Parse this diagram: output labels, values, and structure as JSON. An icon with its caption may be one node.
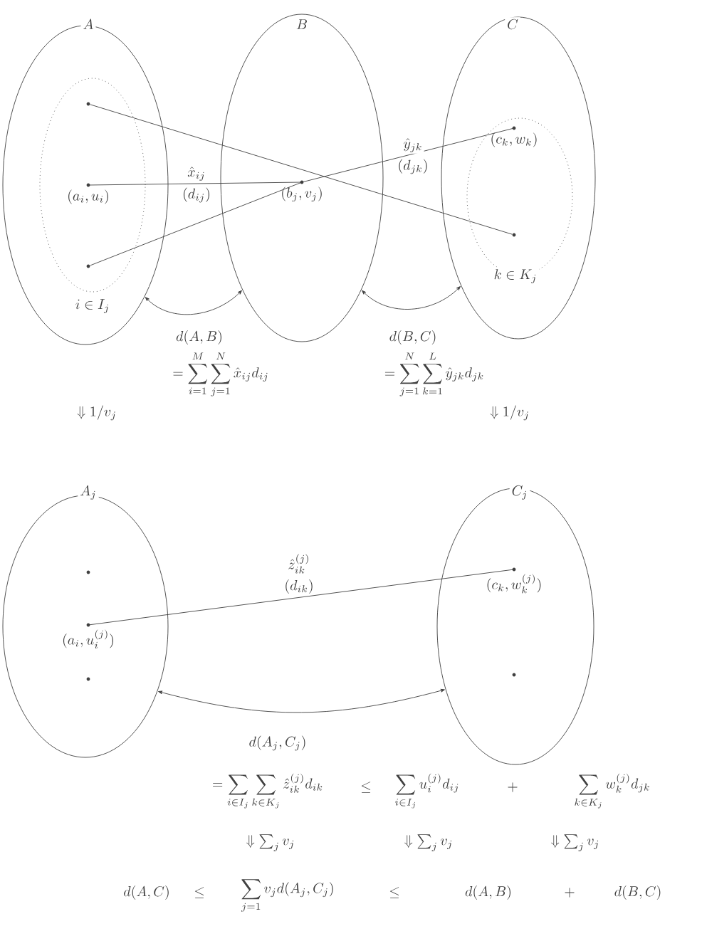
{
  "diagram": {
    "nodes": [
      {
        "text": [
          "A"
        ]
      },
      {
        "text": [
          "i \\in I_j"
        ],
        "in": 0
      },
      {
        "text": [],
        "shape": "circle",
        "in": 1
      },
      {
        "text": [
          "(a_i, u_i)"
        ],
        "in": 1
      },
      {
        "text": [],
        "shape": "circle",
        "in": 1
      },
      {
        "text": [
          "B"
        ]
      },
      {
        "text": [
          "(b_j, v_j)"
        ],
        "in": 5
      },
      {
        "text": [
          "C"
        ]
      },
      {
        "text": [
          "k \\in K_j"
        ],
        "in": 7
      },
      {
        "text": [
          "(c_k, w_k)"
        ],
        "in": 8
      },
      {
        "text": [],
        "shape": "circle",
        "in": 8
      },
      {
        "text": [
          "A_j"
        ]
      },
      {
        "text": [],
        "shape": "circle",
        "in": 11
      },
      {
        "text": [
          "(a_i, u_i^{(j)})"
        ],
        "in": 11
      },
      {
        "text": [],
        "shape": "circle",
        "in": 11
      },
      {
        "text": [
          "C_j"
        ]
      },
      {
        "text": [
          "(c_k, w_k^{(j)})"
        ],
        "in": 15
      },
      {
        "text": [],
        "shape": "circle",
        "in": 15
      }
    ],
    "edges": [
      {
        "from": 2,
        "to": 10,
        "arrow": "none"
      },
      {
        "from": 3,
        "to": 6,
        "arrow": "none",
        "label": "\\hat{x}_{ij}"
      },
      {
        "from": 4,
        "to": 6,
        "arrow": "none"
      },
      {
        "from": 6,
        "to": 9,
        "arrow": "none",
        "label": "\\hat{y}_{jk}"
      },
      {
        "from": 0,
        "to": 5,
        "arrow": "both",
        "label": "d(A,B)"
      },
      {
        "from": 5,
        "to": 7,
        "arrow": "both",
        "label": "d(B,C)"
      },
      {
        "from": 13,
        "to": 16,
        "arrow": "none",
        "label": "\\hat{z}_{ik}^{(j)}"
      },
      {
        "from": 11,
        "to": 15,
        "arrow": "both",
        "label": "d(A_j,C_j)"
      }
    ],
    "labels": [
      "(d_{ij})",
      "(d_{jk})",
      "= \\sum_{i=1}^{M}\\sum_{j=1}^{N}\\hat{x}_{ij}d_{ij}",
      "= \\sum_{j=1}^{N}\\sum_{k=1}^{L}\\hat{y}_{jk}d_{jk}",
      "\\Downarrow 1/v_j",
      "\\Downarrow 1/v_j",
      "(d_{ik})",
      "= \\sum_{i\\in I_j}\\sum_{k\\in K_j}\\hat{z}_{ik}^{(j)}d_{ik}",
      "\\leq",
      "\\sum_{i\\in I_j}u_i^{(j)}d_{ij}",
      "+",
      "\\sum_{k\\in K_j}w_k^{(j)}d_{jk}",
      "\\Downarrow \\sum_j v_j",
      "\\Downarrow \\sum_j v_j",
      "\\Downarrow \\sum_j v_j",
      "d(A,C)",
      "\\leq",
      "\\sum_{j=1} v_j d(A_j,C_j)",
      "\\leq",
      "d(A,B)",
      "+",
      "d(B,C)"
    ]
  }
}
